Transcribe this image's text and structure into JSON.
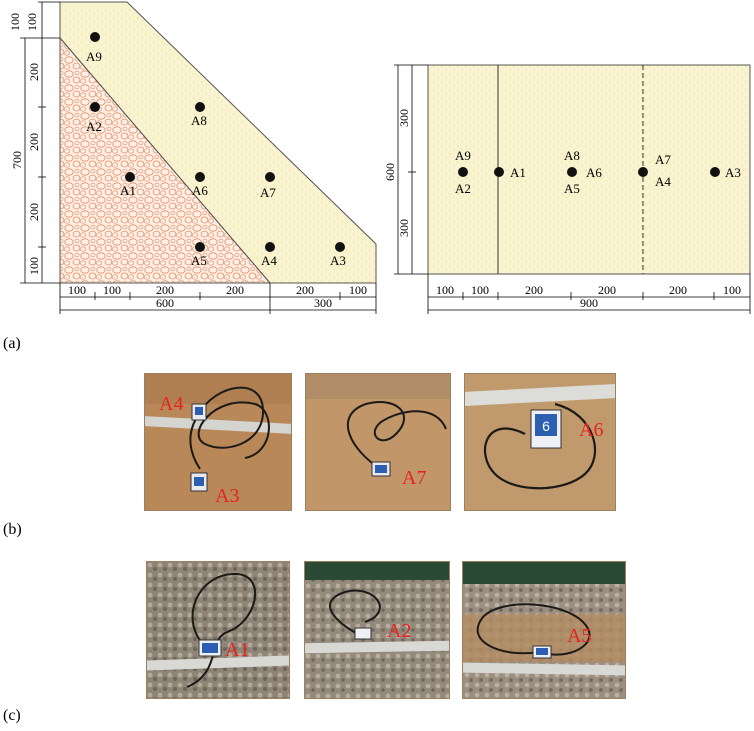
{
  "panels": {
    "a": "(a)",
    "b": "(b)",
    "c": "(c)"
  },
  "section_view": {
    "height_dims": [
      "100",
      "100",
      "200",
      "200",
      "200",
      "100"
    ],
    "height_total": "700",
    "width_dims": [
      "100",
      "100",
      "200",
      "200",
      "200",
      "100"
    ],
    "width_groups": [
      "600",
      "300"
    ],
    "points": [
      {
        "id": "A9",
        "label": "A9"
      },
      {
        "id": "A2",
        "label": "A2"
      },
      {
        "id": "A8",
        "label": "A8"
      },
      {
        "id": "A1",
        "label": "A1"
      },
      {
        "id": "A6",
        "label": "A6"
      },
      {
        "id": "A7",
        "label": "A7"
      },
      {
        "id": "A5",
        "label": "A5"
      },
      {
        "id": "A4",
        "label": "A4"
      },
      {
        "id": "A3",
        "label": "A3"
      }
    ]
  },
  "plan_view": {
    "height_dims": [
      "300",
      "300"
    ],
    "height_total": "600",
    "width_dims": [
      "100",
      "100",
      "200",
      "200",
      "200",
      "100"
    ],
    "width_total": "900",
    "labels": {
      "a9": "A9",
      "a2": "A2",
      "a1": "A1",
      "a8": "A8",
      "a5": "A5",
      "a6": "A6",
      "a7": "A7",
      "a4": "A4",
      "a3": "A3"
    }
  },
  "photos_b": [
    {
      "tags": [
        "A4",
        "A3"
      ]
    },
    {
      "tags": [
        "A7"
      ]
    },
    {
      "tags": [
        "A6"
      ],
      "sensor_number": "6"
    }
  ],
  "photos_c": [
    {
      "tags": [
        "A1"
      ]
    },
    {
      "tags": [
        "A2"
      ]
    },
    {
      "tags": [
        "A5"
      ]
    }
  ]
}
